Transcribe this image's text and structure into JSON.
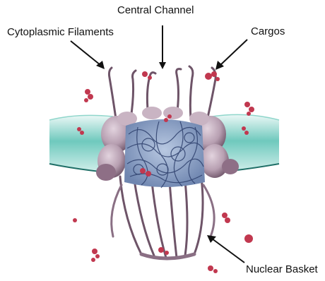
{
  "labels": {
    "central_channel": "Central Channel",
    "cytoplasmic_filaments": "Cytoplasmic Filaments",
    "cargos": "Cargos",
    "nuclear_basket": "Nuclear Basket"
  },
  "colors": {
    "membrane": "#5fc3b6",
    "membrane_dark": "#1f6f67",
    "protein": "#b79fb1",
    "protein_dark": "#6e5468",
    "channel_mesh": "#8aa3c8",
    "channel_line": "#2c3e6b",
    "cargo": "#c1384f",
    "arrow": "#111111"
  }
}
